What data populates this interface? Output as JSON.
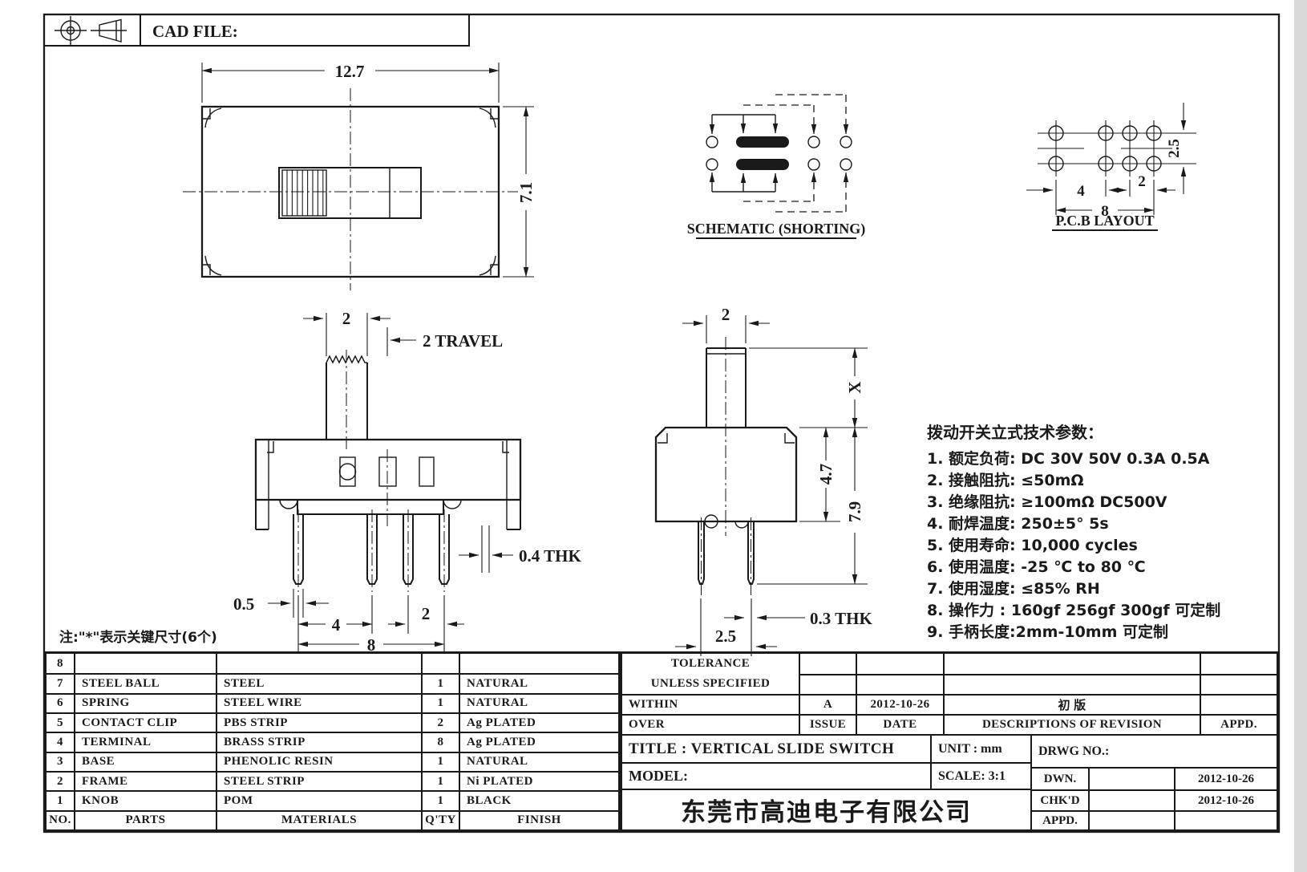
{
  "frame": {
    "cad_file_label": "CAD FILE:"
  },
  "top_view": {
    "width": "12.7",
    "height": "7.1"
  },
  "schematic": {
    "caption": "SCHEMATIC (SHORTING)"
  },
  "pcb_layout": {
    "caption": "P.C.B LAYOUT",
    "pitch_a": "4",
    "pitch_b": "2",
    "span": "8",
    "row_pitch": "2.5"
  },
  "front_view": {
    "knob_width": "2",
    "travel": "2 TRAVEL",
    "terminal_thk": "0.4 THK",
    "pin_width": "0.5",
    "pitch_a": "4",
    "pitch_b": "2",
    "span": "8"
  },
  "side_view": {
    "knob_width": "2",
    "handle_height": "X",
    "body_height": "4.7",
    "total_height": "7.9",
    "pin_thk": "0.3 THK",
    "pin_pitch": "2.5"
  },
  "note": "注:\"*\"表示关键尺寸(6个)",
  "specs": {
    "title": "拨动开关立式技术参数：",
    "items": [
      "1. 额定负荷: DC 30V   50V   0.3A   0.5A",
      "2. 接触阻抗: ≤50mΩ",
      "3. 绝缘阻抗: ≥100mΩ  DC500V",
      "4. 耐焊温度: 250±5° 5s",
      "5. 使用寿命: 10,000 cycles",
      "6. 使用温度: -25 ℃ to 80 ℃",
      "7. 使用湿度: ≤85% RH",
      "8. 操作力 : 160gf  256gf  300gf 可定制",
      "9. 手柄长度:2mm-10mm 可定制"
    ]
  },
  "parts_table": {
    "headers": [
      "NO.",
      "PARTS",
      "MATERIALS",
      "Q'TY",
      "FINISH"
    ],
    "rows": [
      [
        "8",
        "",
        "",
        "",
        ""
      ],
      [
        "7",
        "STEEL BALL",
        "STEEL",
        "1",
        "NATURAL"
      ],
      [
        "6",
        "SPRING",
        "STEEL WIRE",
        "1",
        "NATURAL"
      ],
      [
        "5",
        "CONTACT CLIP",
        "PBS STRIP",
        "2",
        "Ag PLATED"
      ],
      [
        "4",
        "TERMINAL",
        "BRASS STRIP",
        "8",
        "Ag PLATED"
      ],
      [
        "3",
        "BASE",
        "PHENOLIC RESIN",
        "1",
        "NATURAL"
      ],
      [
        "2",
        "FRAME",
        "STEEL STRIP",
        "1",
        "Ni PLATED"
      ],
      [
        "1",
        "KNOB",
        "POM",
        "1",
        "BLACK"
      ]
    ]
  },
  "revision_block": {
    "tolerance_line1": "TOLERANCE",
    "tolerance_line2": "UNLESS  SPECIFIED",
    "within": "WITHIN",
    "over": "OVER",
    "issue_value": "A",
    "date_value": "2012-10-26",
    "revision_value": "初  版",
    "issue_label": "ISSUE",
    "date_label": "DATE",
    "descriptions_label": "DESCRIPTIONS OF REVISION",
    "appd_label": "APPD."
  },
  "title_block": {
    "title": "TITLE :   VERTICAL SLIDE SWITCH",
    "model_label": "MODEL:",
    "unit": "UNIT :   mm",
    "scale": "SCALE:   3:1",
    "drwg_no": "DRWG NO.:",
    "dwn_label": "DWN.",
    "dwn_date": "2012-10-26",
    "chkd_label": "CHK'D",
    "chkd_date": "2012-10-26",
    "appd_label": "APPD.",
    "company": "东莞市高迪电子有限公司"
  }
}
